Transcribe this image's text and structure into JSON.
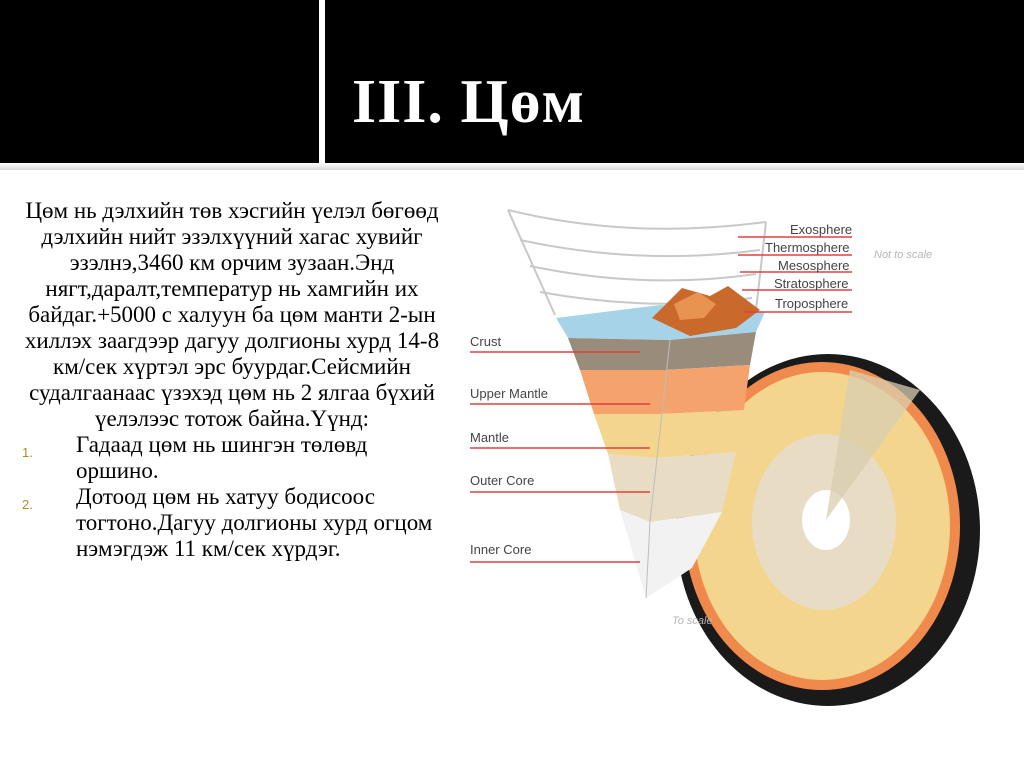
{
  "slide": {
    "title": "III. Цөм",
    "intro": "Цөм нь дэлхийн төв хэсгийн үелэл бөгөөд дэлхийн нийт эзэлхүүний  хагас хувийг эзэлнэ,3460 км орчим зузаан.Энд нягт,даралт,температур нь хамгийн их байдаг.+5000  с халуун ба цөм манти 2-ын хиллэх заагдээр дагуу долгионы хурд 14-8 км/сек  хүртэл эрс буурдаг.Сейсмийн судалгаанаас үзэхэд цөм нь 2 ялгаа бүхий үелэлээс тотож байна.Үүнд:",
    "list": [
      {
        "number": "1.",
        "text": "Гадаад цөм нь шингэн төлөвд оршино."
      },
      {
        "number": "2.",
        "text": "Дотоод цөм нь хатуу бодисоос тогтоно.Дагуу долгионы хурд огцом нэмэгдэж 11 км/сек хүрдэг."
      }
    ]
  },
  "figure": {
    "atmosphere_labels": [
      "Exosphere",
      "Thermosphere",
      "Mesosphere",
      "Stratosphere",
      "Troposphere"
    ],
    "layer_labels": [
      "Crust",
      "Upper Mantle",
      "Mantle",
      "Outer Core",
      "Inner Core"
    ],
    "note_scale_top": "Not to scale",
    "note_scale_bottom": "To scale",
    "colors": {
      "label_line": "#e04040",
      "crust": "#9a8c7a",
      "upper_mantle": "#f3a36b",
      "mantle": "#f3d58e",
      "outer_core": "#e8dcc4",
      "inner_core": "#f2f2f2",
      "ocean": "#a7d3e8",
      "sphere_rim": "#1a1a1a",
      "sphere_orange": "#f08a4c"
    }
  }
}
